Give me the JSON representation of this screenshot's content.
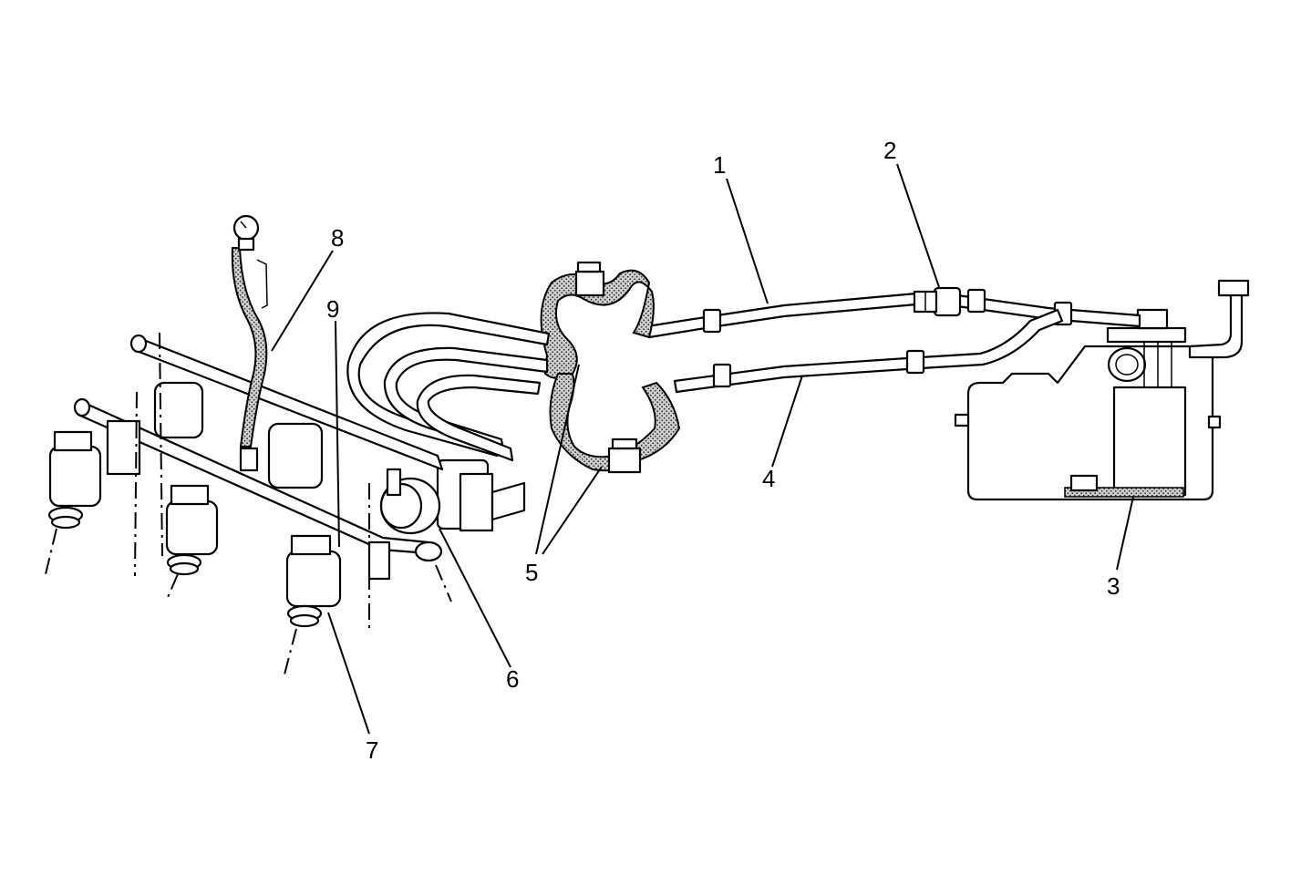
{
  "callouts": {
    "n1": "1",
    "n2": "2",
    "n3": "3",
    "n4": "4",
    "n5": "5",
    "n6": "6",
    "n7": "7",
    "n8": "8",
    "n9": "9"
  },
  "colors": {
    "line": "#000000",
    "background": "#ffffff",
    "stipple": "#7a7a7a"
  }
}
